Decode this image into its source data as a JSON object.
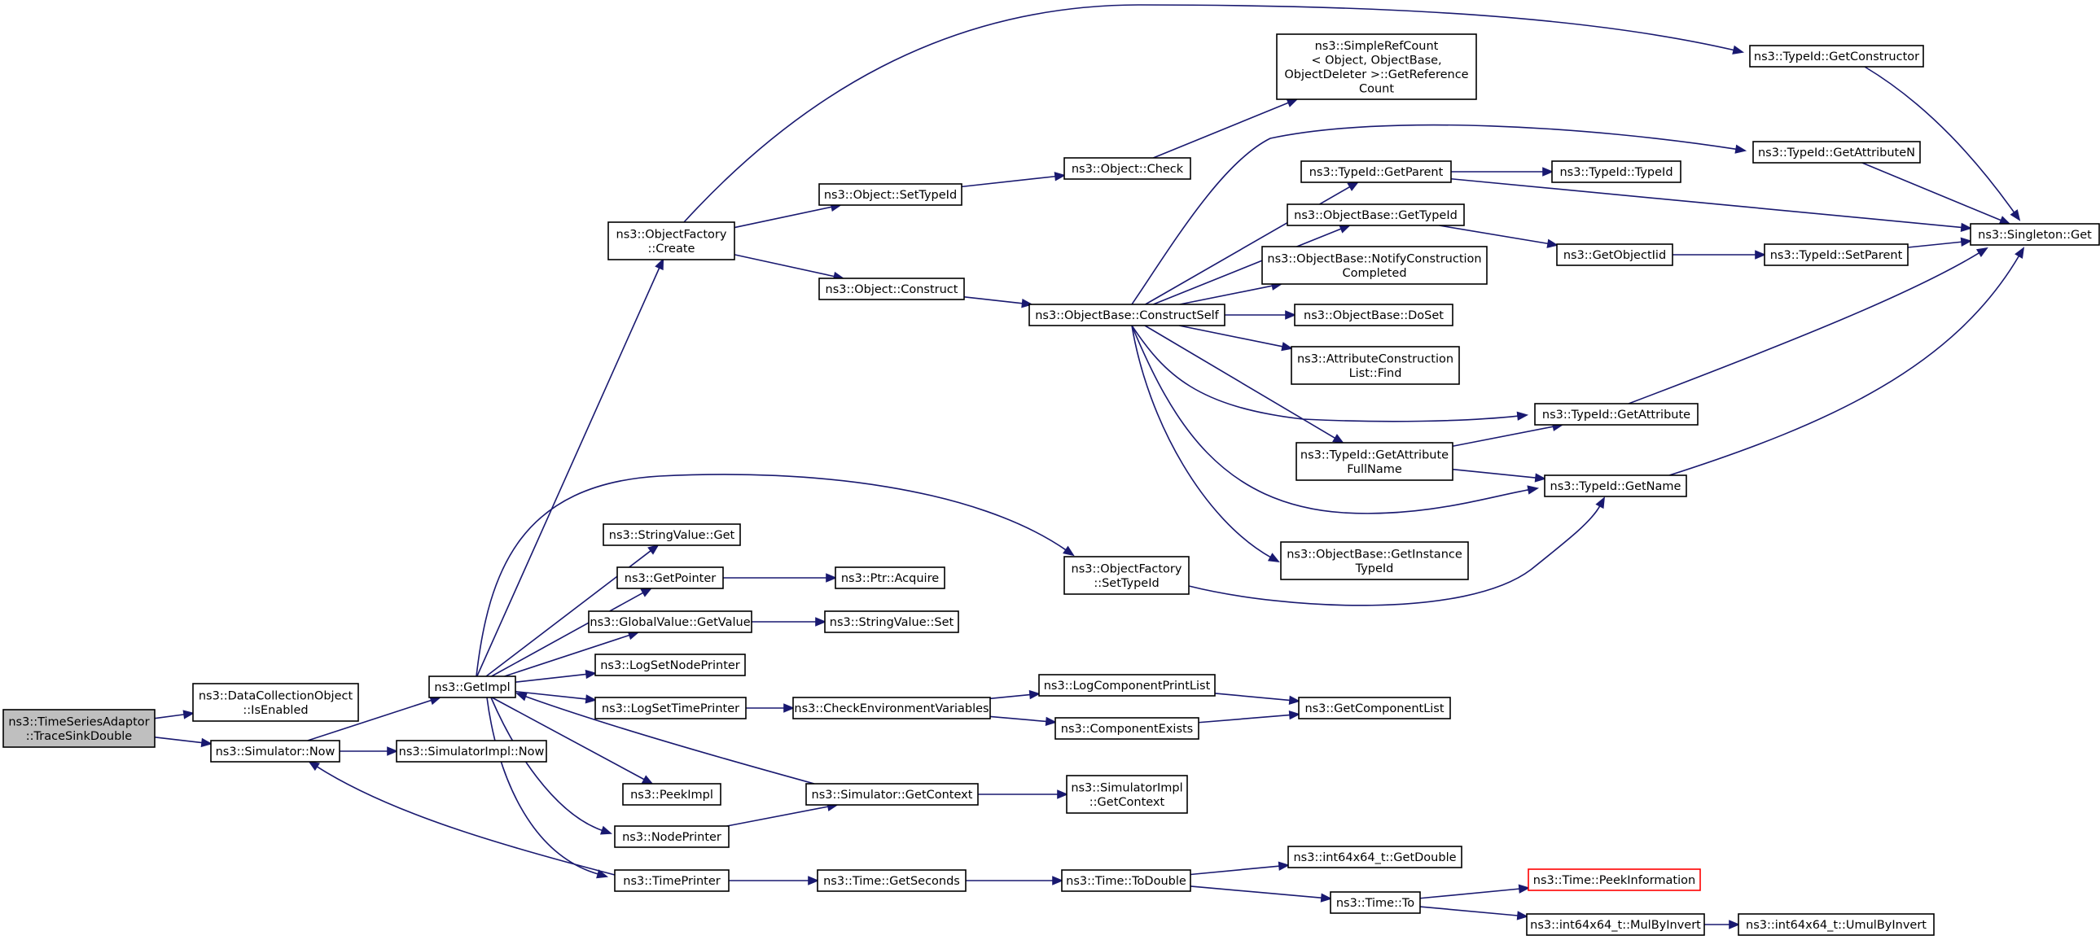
{
  "colors": {
    "edge": "#191970",
    "node_border": "#000000",
    "root_fill": "#bfbfbf",
    "undocumented_border": "#ff0000"
  },
  "nodes": [
    {
      "id": "n_root",
      "name": "ns3-timeseriesadaptor-tracesinkdouble-node",
      "lines": [
        "ns3::TimeSeriesAdaptor",
        "::TraceSinkDouble"
      ],
      "style": "root"
    },
    {
      "id": "n_isenabled",
      "name": "ns3-datacollectionobject-isenabled-node",
      "lines": [
        "ns3::DataCollectionObject",
        "::IsEnabled"
      ]
    },
    {
      "id": "n_simnow",
      "name": "ns3-simulator-now-node",
      "lines": [
        "ns3::Simulator::Now"
      ]
    },
    {
      "id": "n_getimpl",
      "name": "ns3-getimpl-node",
      "lines": [
        "ns3::GetImpl"
      ]
    },
    {
      "id": "n_simimplnow",
      "name": "ns3-simulatorimpl-now-node",
      "lines": [
        "ns3::SimulatorImpl::Now"
      ]
    },
    {
      "id": "n_ofcreate",
      "name": "ns3-objectfactory-create-node",
      "lines": [
        "ns3::ObjectFactory",
        "::Create"
      ]
    },
    {
      "id": "n_svget",
      "name": "ns3-stringvalue-get-node",
      "lines": [
        "ns3::StringValue::Get"
      ]
    },
    {
      "id": "n_getpointer",
      "name": "ns3-getpointer-node",
      "lines": [
        "ns3::GetPointer"
      ]
    },
    {
      "id": "n_gvgetvalue",
      "name": "ns3-globalvalue-getvalue-node",
      "lines": [
        "ns3::GlobalValue::GetValue"
      ]
    },
    {
      "id": "n_logsetnode",
      "name": "ns3-logsetnodeprinter-node",
      "lines": [
        "ns3::LogSetNodePrinter"
      ]
    },
    {
      "id": "n_logsettime",
      "name": "ns3-logsettimeprinter-node",
      "lines": [
        "ns3::LogSetTimePrinter"
      ]
    },
    {
      "id": "n_peekimpl",
      "name": "ns3-peekimpl-node",
      "lines": [
        "ns3::PeekImpl"
      ]
    },
    {
      "id": "n_nodeprinter",
      "name": "ns3-nodeprinter-node",
      "lines": [
        "ns3::NodePrinter"
      ]
    },
    {
      "id": "n_timeprinter",
      "name": "ns3-timeprinter-node",
      "lines": [
        "ns3::TimePrinter"
      ]
    },
    {
      "id": "n_objsettypeid",
      "name": "ns3-object-settypeid-node",
      "lines": [
        "ns3::Object::SetTypeId"
      ]
    },
    {
      "id": "n_objconstruct",
      "name": "ns3-object-construct-node",
      "lines": [
        "ns3::Object::Construct"
      ]
    },
    {
      "id": "n_ptracquire",
      "name": "ns3-ptr-acquire-node",
      "lines": [
        "ns3::Ptr::Acquire"
      ]
    },
    {
      "id": "n_svset",
      "name": "ns3-stringvalue-set-node",
      "lines": [
        "ns3::StringValue::Set"
      ]
    },
    {
      "id": "n_checkenv",
      "name": "ns3-checkenvironmentvariables-node",
      "lines": [
        "ns3::CheckEnvironmentVariables"
      ]
    },
    {
      "id": "n_simgetctx",
      "name": "ns3-simulator-getcontext-node",
      "lines": [
        "ns3::Simulator::GetContext"
      ]
    },
    {
      "id": "n_timegetsec",
      "name": "ns3-time-getseconds-node",
      "lines": [
        "ns3::Time::GetSeconds"
      ]
    },
    {
      "id": "n_objcheck",
      "name": "ns3-object-check-node",
      "lines": [
        "ns3::Object::Check"
      ]
    },
    {
      "id": "n_obconstructself",
      "name": "ns3-objectbase-constructself-node",
      "lines": [
        "ns3::ObjectBase::ConstructSelf"
      ]
    },
    {
      "id": "n_ofsettypeid",
      "name": "ns3-objectfactory-settypeid-node",
      "lines": [
        "ns3::ObjectFactory",
        "::SetTypeId"
      ]
    },
    {
      "id": "n_logcompprint",
      "name": "ns3-logcomponentprintlist-node",
      "lines": [
        "ns3::LogComponentPrintList"
      ]
    },
    {
      "id": "n_compexists",
      "name": "ns3-componentexists-node",
      "lines": [
        "ns3::ComponentExists"
      ]
    },
    {
      "id": "n_simimplgetctx",
      "name": "ns3-simulatorimpl-getcontext-node",
      "lines": [
        "ns3::SimulatorImpl",
        "::GetContext"
      ]
    },
    {
      "id": "n_timetodouble",
      "name": "ns3-time-todouble-node",
      "lines": [
        "ns3::Time::ToDouble"
      ]
    },
    {
      "id": "n_simplerefcount",
      "name": "ns3-simplerefcount-getreferencecount-node",
      "lines": [
        "ns3::SimpleRefCount",
        "< Object, ObjectBase,",
        "ObjectDeleter >::GetReference",
        "Count"
      ]
    },
    {
      "id": "n_tidgetparent",
      "name": "ns3-typeid-getparent-node",
      "lines": [
        "ns3::TypeId::GetParent"
      ]
    },
    {
      "id": "n_obgettypeid",
      "name": "ns3-objectbase-gettypeid-node",
      "lines": [
        "ns3::ObjectBase::GetTypeId"
      ]
    },
    {
      "id": "n_obnotify",
      "name": "ns3-objectbase-notifyconstructioncompleted-node",
      "lines": [
        "ns3::ObjectBase::NotifyConstruction",
        "Completed"
      ]
    },
    {
      "id": "n_obdoset",
      "name": "ns3-objectbase-doset-node",
      "lines": [
        "ns3::ObjectBase::DoSet"
      ]
    },
    {
      "id": "n_acfind",
      "name": "ns3-attributeconstructionlist-find-node",
      "lines": [
        "ns3::AttributeConstruction",
        "List::Find"
      ]
    },
    {
      "id": "n_tidgetattrfull",
      "name": "ns3-typeid-getattributefullname-node",
      "lines": [
        "ns3::TypeId::GetAttribute",
        "FullName"
      ]
    },
    {
      "id": "n_obgetinsttid",
      "name": "ns3-objectbase-getinstancetypeid-node",
      "lines": [
        "ns3::ObjectBase::GetInstance",
        "TypeId"
      ]
    },
    {
      "id": "n_getcomplist",
      "name": "ns3-getcomponentlist-node",
      "lines": [
        "ns3::GetComponentList"
      ]
    },
    {
      "id": "n_i64getdouble",
      "name": "ns3-int64x64-getdouble-node",
      "lines": [
        "ns3::int64x64_t::GetDouble"
      ]
    },
    {
      "id": "n_timeto",
      "name": "ns3-time-to-node",
      "lines": [
        "ns3::Time::To"
      ]
    },
    {
      "id": "n_tidtypeid",
      "name": "ns3-typeid-typeid-node",
      "lines": [
        "ns3::TypeId::TypeId"
      ]
    },
    {
      "id": "n_getobjiid",
      "name": "ns3-getobjectiid-node",
      "lines": [
        "ns3::GetObjectIid"
      ]
    },
    {
      "id": "n_tidgetattr",
      "name": "ns3-typeid-getattribute-node",
      "lines": [
        "ns3::TypeId::GetAttribute"
      ]
    },
    {
      "id": "n_tidgetname",
      "name": "ns3-typeid-getname-node",
      "lines": [
        "ns3::TypeId::GetName"
      ]
    },
    {
      "id": "n_peekinfo",
      "name": "ns3-time-peekinformation-node",
      "lines": [
        "ns3::Time::PeekInformation"
      ],
      "style": "undocumented"
    },
    {
      "id": "n_mulbyinvert",
      "name": "ns3-int64x64-mulbyinvert-node",
      "lines": [
        "ns3::int64x64_t::MulByInvert"
      ]
    },
    {
      "id": "n_umulbyinvert",
      "name": "ns3-int64x64-umulbyinvert-node",
      "lines": [
        "ns3::int64x64_t::UmulByInvert"
      ]
    },
    {
      "id": "n_tidgetctor",
      "name": "ns3-typeid-getconstructor-node",
      "lines": [
        "ns3::TypeId::GetConstructor"
      ]
    },
    {
      "id": "n_tidgetattrn",
      "name": "ns3-typeid-getattributen-node",
      "lines": [
        "ns3::TypeId::GetAttributeN"
      ]
    },
    {
      "id": "n_tidsetparent",
      "name": "ns3-typeid-setparent-node",
      "lines": [
        "ns3::TypeId::SetParent"
      ]
    },
    {
      "id": "n_singletonget",
      "name": "ns3-singleton-get-node",
      "lines": [
        "ns3::Singleton::Get"
      ]
    }
  ],
  "edges": [
    [
      "n_root",
      "n_isenabled"
    ],
    [
      "n_root",
      "n_simnow"
    ],
    [
      "n_simnow",
      "n_getimpl"
    ],
    [
      "n_simnow",
      "n_simimplnow"
    ],
    [
      "n_getimpl",
      "n_ofcreate"
    ],
    [
      "n_getimpl",
      "n_svget"
    ],
    [
      "n_getimpl",
      "n_getpointer"
    ],
    [
      "n_getimpl",
      "n_gvgetvalue"
    ],
    [
      "n_getimpl",
      "n_logsetnode"
    ],
    [
      "n_getimpl",
      "n_logsettime"
    ],
    [
      "n_getimpl",
      "n_peekimpl"
    ],
    [
      "n_getimpl",
      "n_nodeprinter"
    ],
    [
      "n_getimpl",
      "n_timeprinter"
    ],
    [
      "n_getimpl",
      "n_ofsettypeid"
    ],
    [
      "n_ofcreate",
      "n_objsettypeid"
    ],
    [
      "n_ofcreate",
      "n_objconstruct"
    ],
    [
      "n_ofcreate",
      "n_tidgetctor"
    ],
    [
      "n_getpointer",
      "n_ptracquire"
    ],
    [
      "n_gvgetvalue",
      "n_svset"
    ],
    [
      "n_logsettime",
      "n_checkenv"
    ],
    [
      "n_checkenv",
      "n_logcompprint"
    ],
    [
      "n_checkenv",
      "n_compexists"
    ],
    [
      "n_logcompprint",
      "n_getcomplist"
    ],
    [
      "n_compexists",
      "n_getcomplist"
    ],
    [
      "n_simgetctx",
      "n_getimpl"
    ],
    [
      "n_simgetctx",
      "n_simimplgetctx"
    ],
    [
      "n_nodeprinter",
      "n_simgetctx"
    ],
    [
      "n_timeprinter",
      "n_simnow"
    ],
    [
      "n_timeprinter",
      "n_timegetsec"
    ],
    [
      "n_timegetsec",
      "n_timetodouble"
    ],
    [
      "n_timetodouble",
      "n_i64getdouble"
    ],
    [
      "n_timetodouble",
      "n_timeto"
    ],
    [
      "n_timeto",
      "n_peekinfo"
    ],
    [
      "n_timeto",
      "n_mulbyinvert"
    ],
    [
      "n_mulbyinvert",
      "n_umulbyinvert"
    ],
    [
      "n_objsettypeid",
      "n_objcheck"
    ],
    [
      "n_objcheck",
      "n_simplerefcount"
    ],
    [
      "n_objconstruct",
      "n_obconstructself"
    ],
    [
      "n_obconstructself",
      "n_tidgetparent"
    ],
    [
      "n_obconstructself",
      "n_obgettypeid"
    ],
    [
      "n_obconstructself",
      "n_obnotify"
    ],
    [
      "n_obconstructself",
      "n_obdoset"
    ],
    [
      "n_obconstructself",
      "n_acfind"
    ],
    [
      "n_obconstructself",
      "n_tidgetattrfull"
    ],
    [
      "n_obconstructself",
      "n_obgetinsttid"
    ],
    [
      "n_obconstructself",
      "n_tidgetattr"
    ],
    [
      "n_obconstructself",
      "n_tidgetname"
    ],
    [
      "n_obconstructself",
      "n_tidgetattrn"
    ],
    [
      "n_ofsettypeid",
      "n_tidgetname"
    ],
    [
      "n_tidgetparent",
      "n_tidtypeid"
    ],
    [
      "n_tidgetparent",
      "n_singletonget"
    ],
    [
      "n_obgettypeid",
      "n_getobjiid"
    ],
    [
      "n_getobjiid",
      "n_tidsetparent"
    ],
    [
      "n_tidsetparent",
      "n_singletonget"
    ],
    [
      "n_tidgetattrfull",
      "n_tidgetattr"
    ],
    [
      "n_tidgetattrfull",
      "n_tidgetname"
    ],
    [
      "n_tidgetattr",
      "n_singletonget"
    ],
    [
      "n_tidgetname",
      "n_singletonget"
    ],
    [
      "n_tidgetctor",
      "n_singletonget"
    ],
    [
      "n_tidgetattrn",
      "n_singletonget"
    ]
  ]
}
